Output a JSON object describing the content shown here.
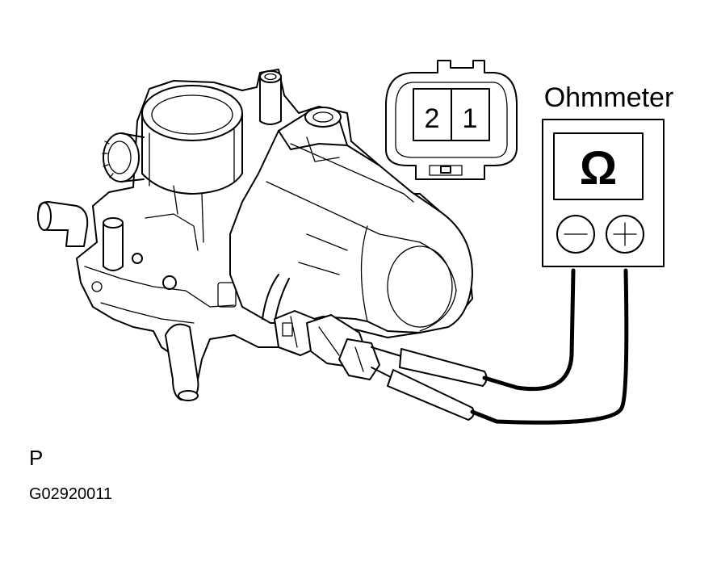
{
  "labels": {
    "meter_title": "Ohmmeter",
    "meter_symbol": "Ω",
    "pin_2": "2",
    "pin_1": "1",
    "view_letter": "P",
    "figure_code": "G02920011"
  },
  "icons": {
    "meter_negative": "minus-terminal-icon",
    "meter_positive": "plus-terminal-icon"
  }
}
